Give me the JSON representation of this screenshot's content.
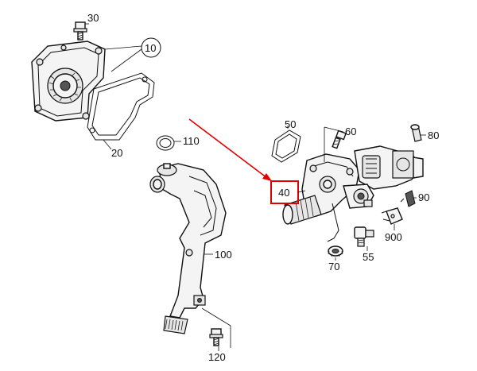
{
  "callouts": {
    "c10": "10",
    "c20": "20",
    "c30": "30",
    "c40": "40",
    "c50": "50",
    "c55": "55",
    "c60": "60",
    "c70": "70",
    "c80": "80",
    "c90": "90",
    "c100": "100",
    "c110": "110",
    "c120": "120",
    "c900": "900"
  },
  "colors": {
    "highlight": "#e00000",
    "line": "#111111",
    "background": "#ffffff"
  }
}
